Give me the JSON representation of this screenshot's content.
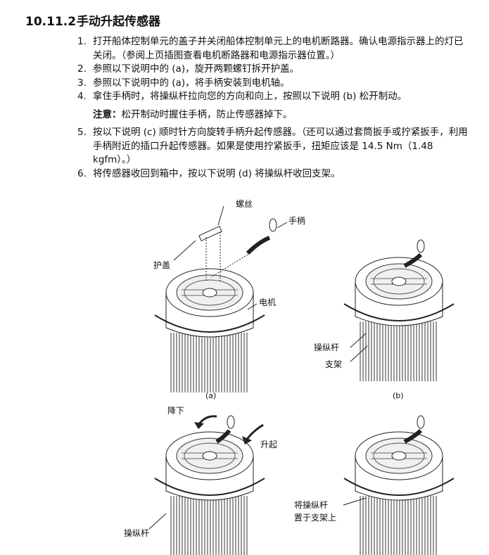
{
  "heading": {
    "number": "10.11.2",
    "title": "手动升起传感器"
  },
  "steps": [
    {
      "n": "1.",
      "text": "打开船体控制单元的盖子并关闭船体控制单元上的电机断路器。确认电源指示器上的灯已关闭。（参阅上页插图查看电机断路器和电源指示器位置。）"
    },
    {
      "n": "2.",
      "text": "参照以下说明中的 (a)，旋开两颗螺钉拆开护盖。"
    },
    {
      "n": "3.",
      "text": "参照以下说明中的 (a)，将手柄安装到电机轴。"
    },
    {
      "n": "4.",
      "text": "拿住手柄时，将操纵杆拉向您的方向和向上，按照以下说明 (b) 松开制动。"
    },
    {
      "n": "5.",
      "text": "按以下说明 (c) 顺时针方向旋转手柄升起传感器。（还可以通过套筒扳手或拧紧扳手，利用手柄附近的插口升起传感器。如果是使用拧紧扳手，扭矩应该是 14.5 Nm（1.48 kgfm）。）"
    },
    {
      "n": "6.",
      "text": "将传感器收回到箱中，按以下说明 (d) 将操纵杆收回支架。"
    }
  ],
  "note": {
    "label": "注意：",
    "text": "松开制动时握住手柄，防止传感器掉下。"
  },
  "figure": {
    "a": {
      "caption": "(a)",
      "screw": "螺丝",
      "handle": "手柄",
      "cover": "护盖",
      "motor": "电机"
    },
    "b": {
      "caption": "(b)",
      "lever": "操纵杆",
      "bracket": "支架"
    },
    "c": {
      "lower": "降下",
      "raise": "升起",
      "lever": "操纵杆"
    },
    "d": {
      "line1": "将操纵杆",
      "line2": "置于支架上"
    }
  }
}
